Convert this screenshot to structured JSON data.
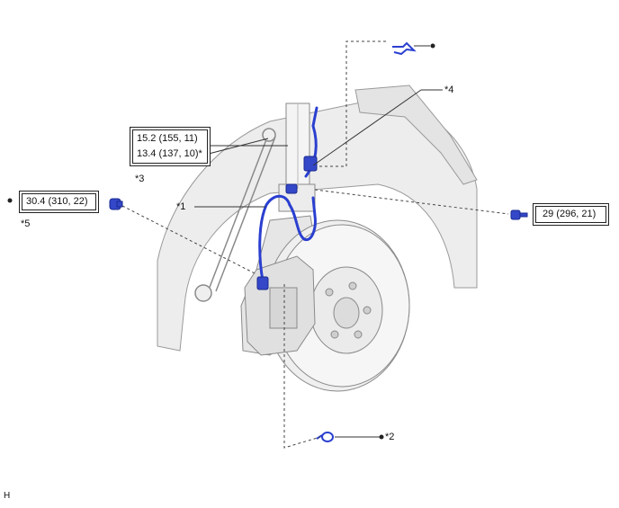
{
  "torque_specs": {
    "main_top": "15.2 (155, 11)",
    "main_bottom": "13.4 (137, 10)*",
    "left": "30.4 (310, 22)",
    "right": "29 (296, 21)"
  },
  "callouts": {
    "c1": "*1",
    "c2": "*2",
    "c3": "*3",
    "c4": "*4",
    "c5": "*5"
  },
  "corner_code": "H",
  "colors": {
    "brake_line": "#2a3fd0",
    "part_blue": "#3347c8",
    "drawing_gray": "#8a8a8a",
    "shade_gray": "#e2e2e2",
    "leader": "#333333"
  }
}
